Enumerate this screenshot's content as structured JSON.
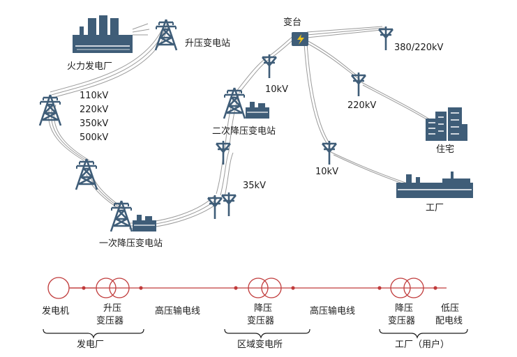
{
  "top": {
    "power_plant": "火力发电厂",
    "step_up_station": "升压变电站",
    "transformer_platform": "变台",
    "v_380_220": "380/220kV",
    "v_10kv_a": "10kV",
    "v_220kv": "220kV",
    "trunk_voltages": [
      "110kV",
      "220kV",
      "350kV",
      "500kV"
    ],
    "secondary_station": "二次降压变电站",
    "residential": "住宅",
    "v_10kv_b": "10kV",
    "v_35kv": "35kV",
    "factory": "工厂",
    "primary_station": "一次降压变电站"
  },
  "bottom": {
    "nodes": [
      "发电机",
      "升压",
      "变压器",
      "高压输电线",
      "降压",
      "变压器",
      "高压输电线",
      "降压",
      "变压器",
      "低压",
      "配电线"
    ],
    "groups": [
      "发电厂",
      "区域变电所",
      "工厂（用户）"
    ]
  },
  "colors": {
    "icon": "#3f5d78",
    "line": "#c03a3a",
    "wire": "#9a9a9a"
  }
}
